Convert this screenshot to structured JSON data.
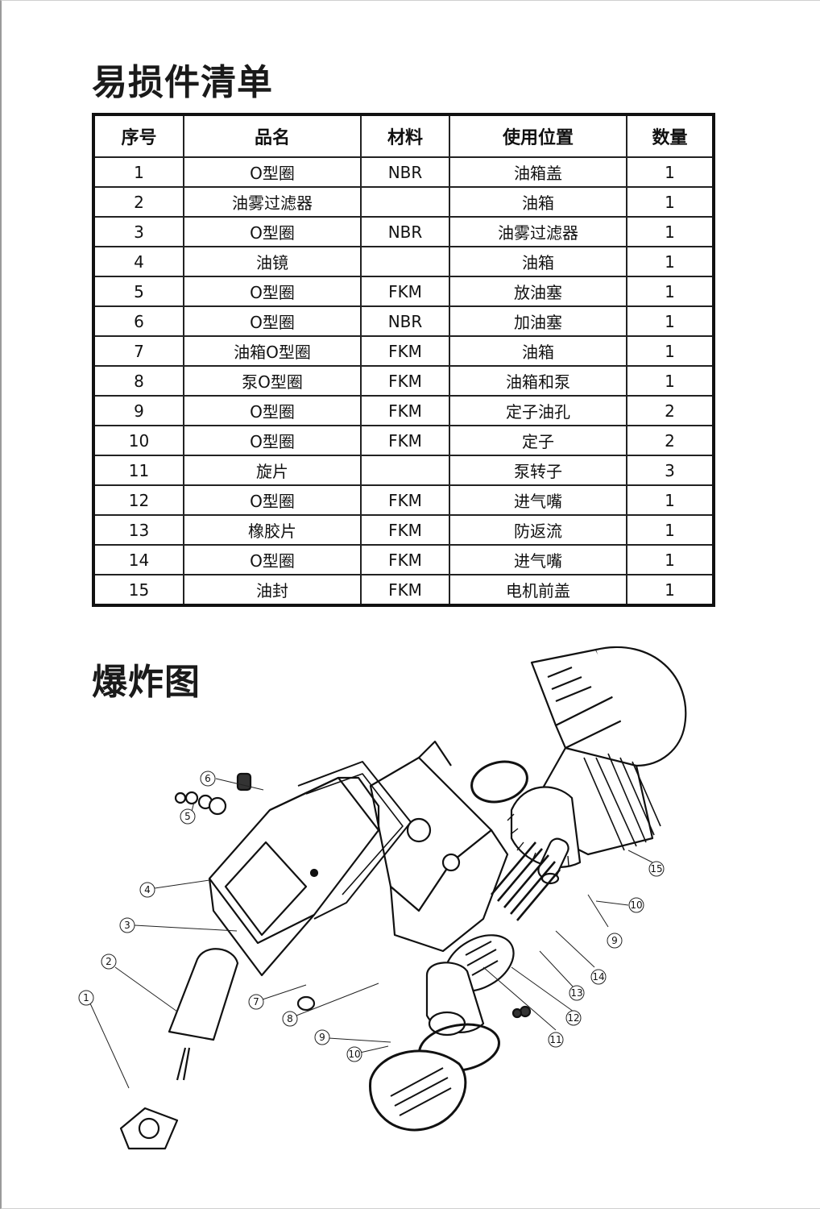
{
  "sections": {
    "parts_list_title": "易损件清单",
    "exploded_view_title": "爆炸图"
  },
  "table": {
    "headers": [
      "序号",
      "品名",
      "材料",
      "使用位置",
      "数量"
    ],
    "rows": [
      [
        "1",
        "O型圈",
        "NBR",
        "油箱盖",
        "1"
      ],
      [
        "2",
        "油雾过滤器",
        "",
        "油箱",
        "1"
      ],
      [
        "3",
        "O型圈",
        "NBR",
        "油雾过滤器",
        "1"
      ],
      [
        "4",
        "油镜",
        "",
        "油箱",
        "1"
      ],
      [
        "5",
        "O型圈",
        "FKM",
        "放油塞",
        "1"
      ],
      [
        "6",
        "O型圈",
        "NBR",
        "加油塞",
        "1"
      ],
      [
        "7",
        "油箱O型圈",
        "FKM",
        "油箱",
        "1"
      ],
      [
        "8",
        "泵O型圈",
        "FKM",
        "油箱和泵",
        "1"
      ],
      [
        "9",
        "O型圈",
        "FKM",
        "定子油孔",
        "2"
      ],
      [
        "10",
        "O型圈",
        "FKM",
        "定子",
        "2"
      ],
      [
        "11",
        "旋片",
        "",
        "泵转子",
        "3"
      ],
      [
        "12",
        "O型圈",
        "FKM",
        "进气嘴",
        "1"
      ],
      [
        "13",
        "橡胶片",
        "FKM",
        "防返流",
        "1"
      ],
      [
        "14",
        "O型圈",
        "FKM",
        "进气嘴",
        "1"
      ],
      [
        "15",
        "油封",
        "FKM",
        "电机前盖",
        "1"
      ]
    ]
  },
  "diagram": {
    "callouts": [
      "1",
      "2",
      "3",
      "4",
      "5",
      "6",
      "7",
      "8",
      "9",
      "10",
      "11",
      "12",
      "13",
      "14",
      "15",
      "9",
      "10"
    ]
  }
}
